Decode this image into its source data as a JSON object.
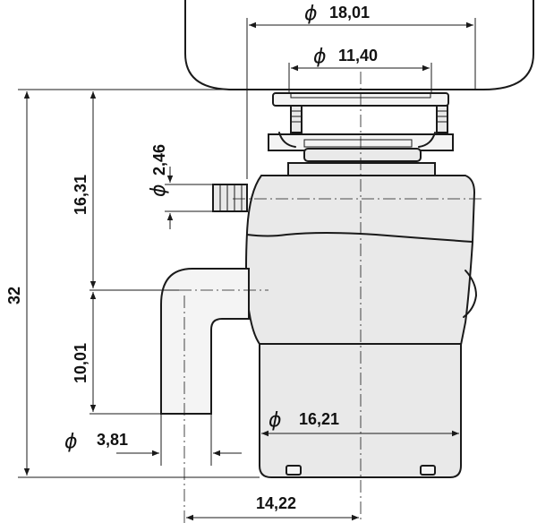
{
  "drawing": {
    "diameter_symbol": "ϕ",
    "dims": {
      "top_flange_diameter": "18,01",
      "sink_flange_diameter": "11,40",
      "inlet_diameter": "2,46",
      "upper_height": "16,31",
      "total_height": "32",
      "outlet_height": "10,01",
      "body_diameter": "16,21",
      "outlet_diameter": "3,81",
      "outlet_offset": "14,22"
    }
  }
}
